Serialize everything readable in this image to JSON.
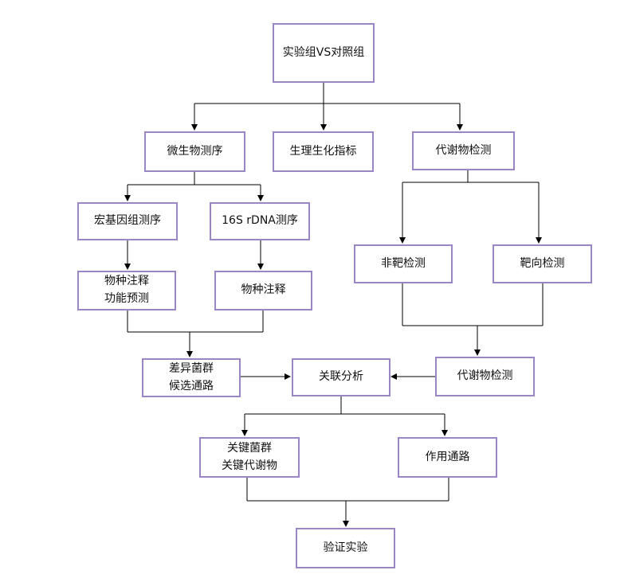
{
  "colors": {
    "node_border": "#9a86c4",
    "line": "#000000",
    "text": "#111111"
  },
  "nodes": {
    "root": "实验组VS对照组",
    "microbe_seq": "微生物测序",
    "physio": "生理生化指标",
    "metab_top": "代谢物检测",
    "metagenome": "宏基因组测序",
    "rdna": "16S rDNA测序",
    "annot_func_line1": "物种注释",
    "annot_func_line2": "功能预测",
    "annot": "物种注释",
    "untargeted": "非靶检测",
    "targeted": "靶向检测",
    "diff_line1": "差异菌群",
    "diff_line2": "候选通路",
    "assoc": "关联分析",
    "metab_mid": "代谢物检测",
    "key_line1": "关键菌群",
    "key_line2": "关键代谢物",
    "pathway": "作用通路",
    "verify": "验证实验"
  }
}
